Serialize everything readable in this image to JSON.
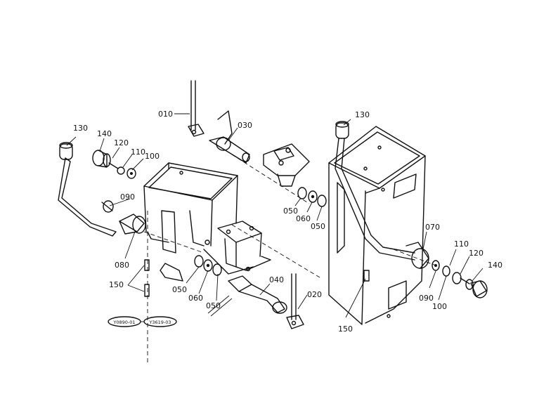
{
  "diagram": {
    "callouts": [
      {
        "id": "c010",
        "label": "010"
      },
      {
        "id": "c030",
        "label": "030"
      },
      {
        "id": "c130a",
        "label": "130"
      },
      {
        "id": "c140a",
        "label": "140"
      },
      {
        "id": "c120a",
        "label": "120"
      },
      {
        "id": "c110a",
        "label": "110"
      },
      {
        "id": "c100a",
        "label": "100"
      },
      {
        "id": "c090a",
        "label": "090"
      },
      {
        "id": "c080",
        "label": "080"
      },
      {
        "id": "c150a",
        "label": "150"
      },
      {
        "id": "c050a",
        "label": "050"
      },
      {
        "id": "c060a",
        "label": "060"
      },
      {
        "id": "c050b",
        "label": "050"
      },
      {
        "id": "c040",
        "label": "040"
      },
      {
        "id": "c020",
        "label": "020"
      },
      {
        "id": "c050c",
        "label": "050"
      },
      {
        "id": "c060b",
        "label": "060"
      },
      {
        "id": "c050d",
        "label": "050"
      },
      {
        "id": "c130b",
        "label": "130"
      },
      {
        "id": "c070",
        "label": "070"
      },
      {
        "id": "c110b",
        "label": "110"
      },
      {
        "id": "c120b",
        "label": "120"
      },
      {
        "id": "c140b",
        "label": "140"
      },
      {
        "id": "c090b",
        "label": "090"
      },
      {
        "id": "c100b",
        "label": "100"
      },
      {
        "id": "c150b",
        "label": "150"
      }
    ],
    "serial_tags": [
      {
        "id": "tag1",
        "label": "Y0890-01"
      },
      {
        "id": "tag2",
        "label": "Y3619-03"
      }
    ]
  }
}
